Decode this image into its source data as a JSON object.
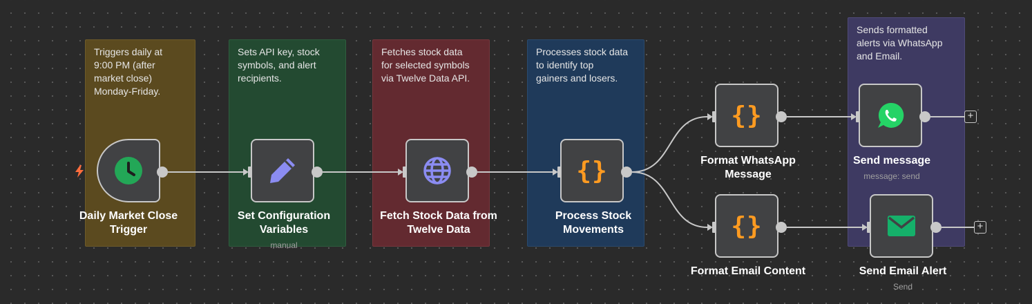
{
  "sticky_notes": [
    {
      "id": "trigger",
      "lines": [
        "Triggers daily at",
        "9:00 PM (after",
        "market close)",
        "Monday-Friday."
      ],
      "color": "#5b4a1f"
    },
    {
      "id": "config",
      "lines": [
        "Sets API key, stock",
        "symbols, and alert",
        "recipients."
      ],
      "color": "#234a31"
    },
    {
      "id": "fetch",
      "lines": [
        "Fetches stock data",
        "for selected symbols",
        "via Twelve Data API."
      ],
      "color": "#632a30"
    },
    {
      "id": "process",
      "lines": [
        "Processes stock data",
        "to identify top",
        "gainers and losers."
      ],
      "color": "#1f3a5a"
    },
    {
      "id": "send",
      "lines": [
        "Sends formatted",
        "alerts via WhatsApp",
        "and Email."
      ],
      "color": "#3e3a62"
    }
  ],
  "nodes": {
    "daily_trigger": {
      "label_lines": [
        "Daily Market Close",
        "Trigger"
      ],
      "subtitle": "",
      "icon": "clock-icon"
    },
    "set_config": {
      "label_lines": [
        "Set Configuration",
        "Variables"
      ],
      "subtitle": "manual",
      "icon": "pencil-icon"
    },
    "fetch_stock": {
      "label_lines": [
        "Fetch Stock Data from",
        "Twelve Data"
      ],
      "subtitle": "",
      "icon": "globe-icon"
    },
    "process_stock": {
      "label_lines": [
        "Process Stock",
        "Movements"
      ],
      "subtitle": "",
      "icon": "code-braces-icon",
      "icon_text": "{}"
    },
    "format_whatsapp": {
      "label_lines": [
        "Format WhatsApp",
        "Message"
      ],
      "subtitle": "",
      "icon": "code-braces-icon",
      "icon_text": "{}"
    },
    "format_email": {
      "label_lines": [
        "Format Email Content"
      ],
      "subtitle": "",
      "icon": "code-braces-icon",
      "icon_text": "{}"
    },
    "send_message": {
      "label_lines": [
        "Send message"
      ],
      "subtitle": "message: send",
      "icon": "whatsapp-icon"
    },
    "send_email": {
      "label_lines": [
        "Send Email Alert"
      ],
      "subtitle": "Send",
      "icon": "mail-icon"
    }
  },
  "add_node_symbol": "+",
  "colors": {
    "canvas": "#2a2a2a",
    "node_fill": "#414244",
    "node_border": "#c8c8c8",
    "trigger_bolt": "#ff6d3d",
    "clock": "#23a757",
    "pencil": "#8b8cf2",
    "globe": "#8b8cf2",
    "braces": "#ff9b21",
    "whatsapp": "#25d366",
    "mail": "#15b06a"
  }
}
